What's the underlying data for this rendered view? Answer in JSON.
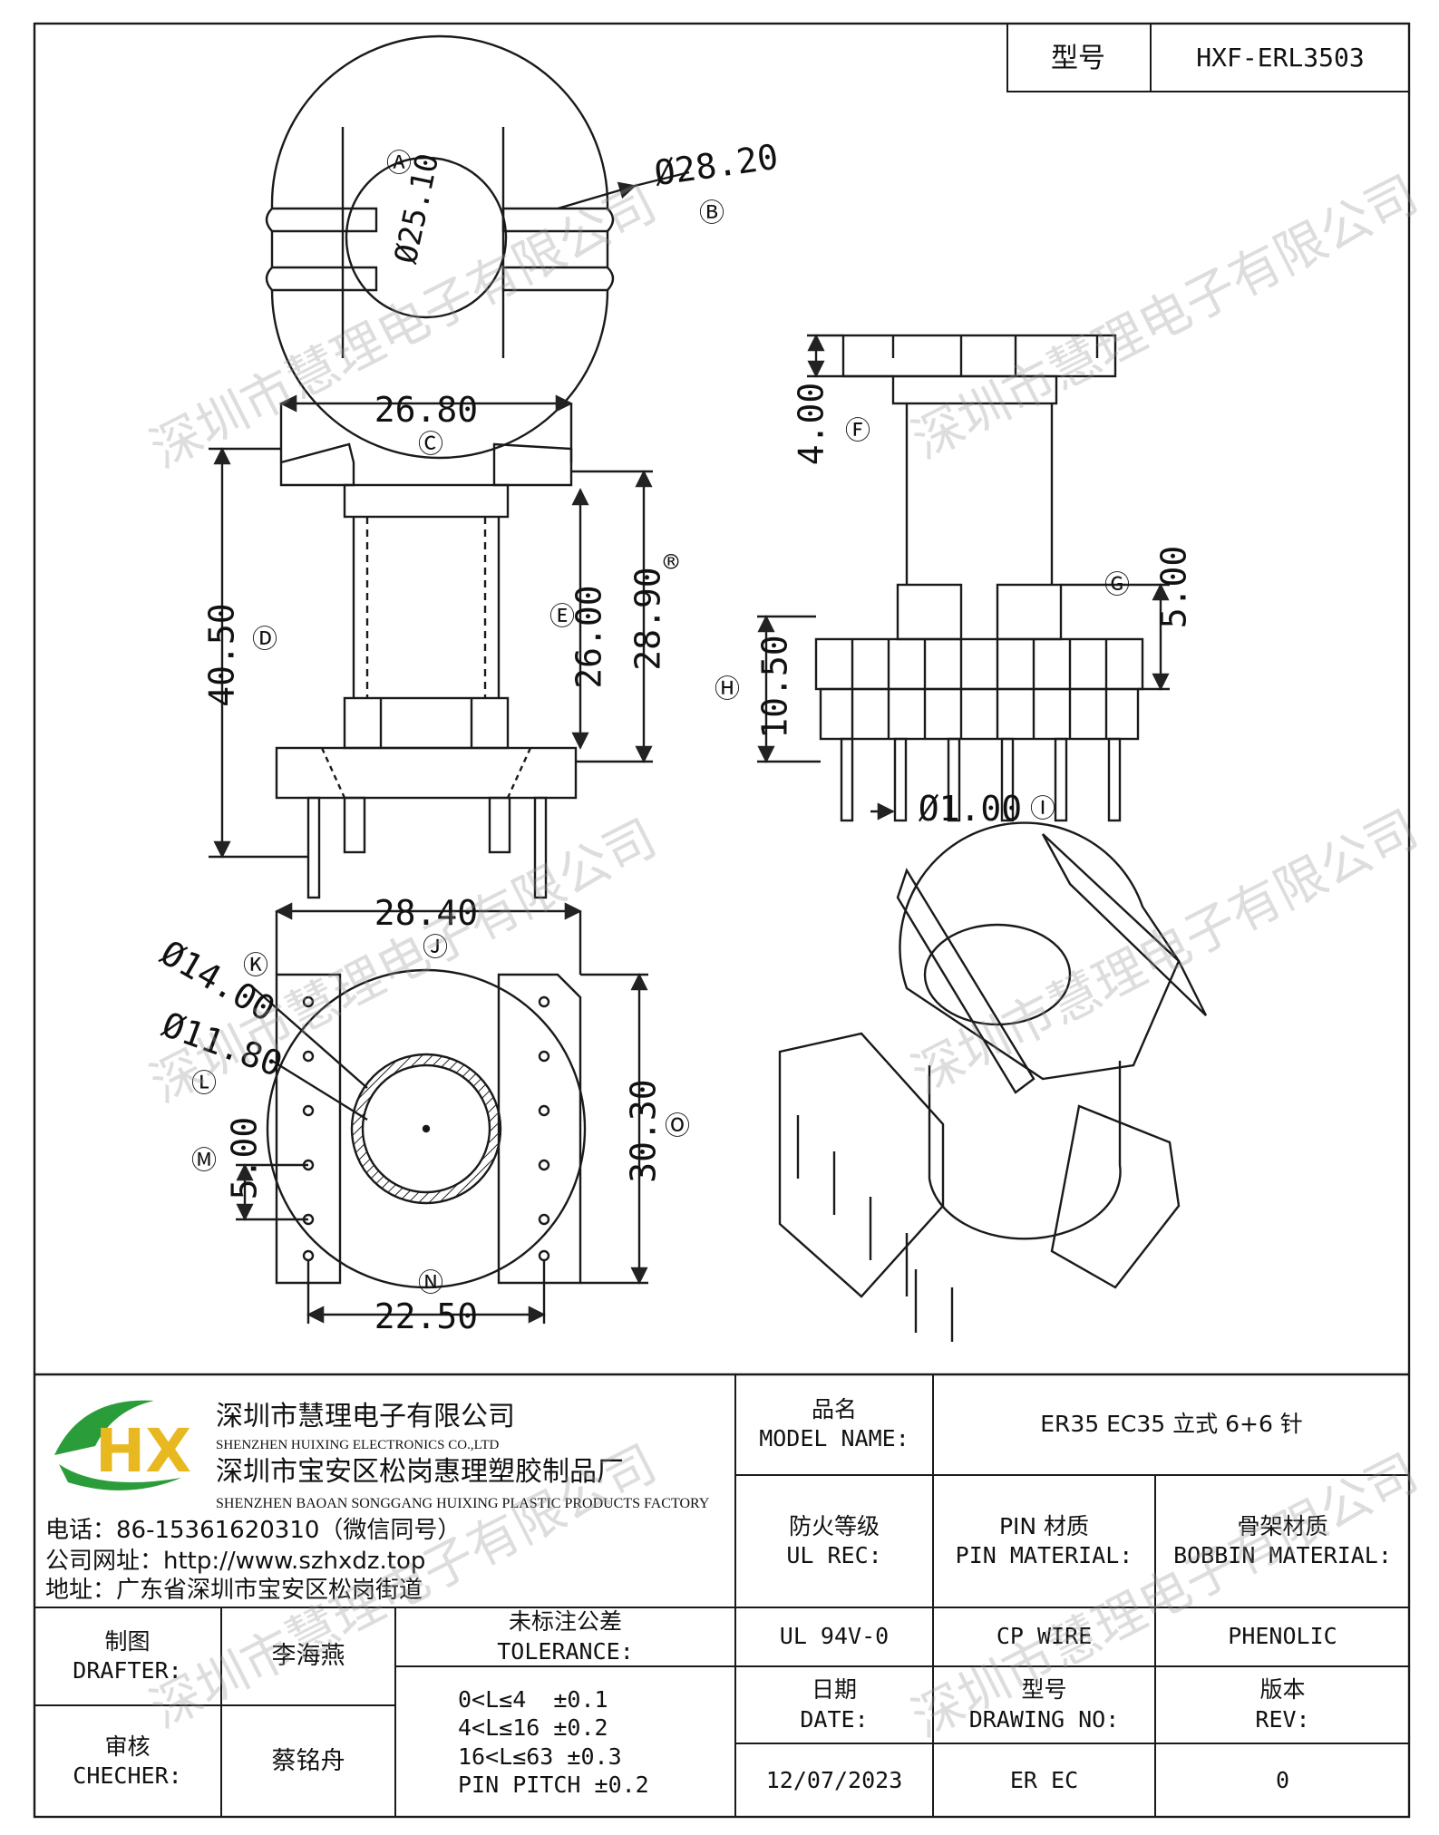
{
  "header": {
    "model_label": "型号",
    "model_value": "HXF-ERL3503"
  },
  "dimensions": {
    "A": "Ⓐ",
    "A_val": "Ø25.10",
    "B": "Ⓑ",
    "B_val": "Ø28.20",
    "C": "Ⓒ",
    "C_val": "26.80",
    "D": "Ⓓ",
    "D_val": "40.50",
    "E": "Ⓔ",
    "E_val": "26.00",
    "R": "®",
    "R_val": "28.90",
    "F": "Ⓕ",
    "F_val": "4.00",
    "G": "Ⓖ",
    "G_val": "5.00",
    "H": "Ⓗ",
    "H_val": "10.50",
    "I": "Ⓘ",
    "I_val": "Ø1.00",
    "J": "Ⓙ",
    "J_val": "28.40",
    "K": "Ⓚ",
    "K_val": "Ø14.00",
    "L": "Ⓛ",
    "L_val": "Ø11.80",
    "M": "Ⓜ",
    "M_val": "5.00",
    "N": "Ⓝ",
    "N_val": "22.50",
    "O": "Ⓞ",
    "O_val": "30.30"
  },
  "company": {
    "name": "深圳市慧理电子有限公司",
    "name_en": "SHENZHEN HUIXING ELECTRONICS CO.,LTD",
    "factory": "深圳市宝安区松岗惠理塑胶制品厂",
    "factory_en": "SHENZHEN BAOAN SONGGANG HUIXING PLASTIC PRODUCTS FACTORY",
    "phone": "电话：86-15361620310（微信同号）",
    "website": "公司网址：http://www.szhxdz.top",
    "address": "地址：广东省深圳市宝安区松岗街道",
    "logo_text": "HX",
    "logo_color_green": "#2a9d3a",
    "logo_color_yellow": "#e8b820"
  },
  "title_block": {
    "model_name_cn": "品名",
    "model_name_en": "MODEL NAME:",
    "model_name_value": "ER35 EC35 立式 6+6 针",
    "ul_cn": "防火等级",
    "ul_en": "UL REC:",
    "pin_cn": "PIN 材质",
    "pin_en": "PIN MATERIAL:",
    "bobbin_cn": "骨架材质",
    "bobbin_en": "BOBBIN MATERIAL:",
    "ul_value": "UL 94V-0",
    "pin_value": "CP WIRE",
    "bobbin_value": "PHENOLIC",
    "drafter_cn": "制图",
    "drafter_en": "DRAFTER:",
    "drafter_name": "李海燕",
    "checker_cn": "审核",
    "checker_en": "CHECHER:",
    "checker_name": "蔡铭舟",
    "tol_cn": "未标注公差",
    "tol_en": "TOLERANCE:",
    "tol_lines": [
      "0<L≤4  ±0.1",
      "4<L≤16 ±0.2",
      "16<L≤63 ±0.3",
      "PIN PITCH ±0.2"
    ],
    "date_cn": "日期",
    "date_en": "DATE:",
    "drawing_cn": "型号",
    "drawing_en": "DRAWING NO:",
    "rev_cn": "版本",
    "rev_en": "REV:",
    "date_value": "12/07/2023",
    "drawing_value": "ER EC",
    "rev_value": "0"
  },
  "watermark": "深圳市慧理电子有限公司"
}
